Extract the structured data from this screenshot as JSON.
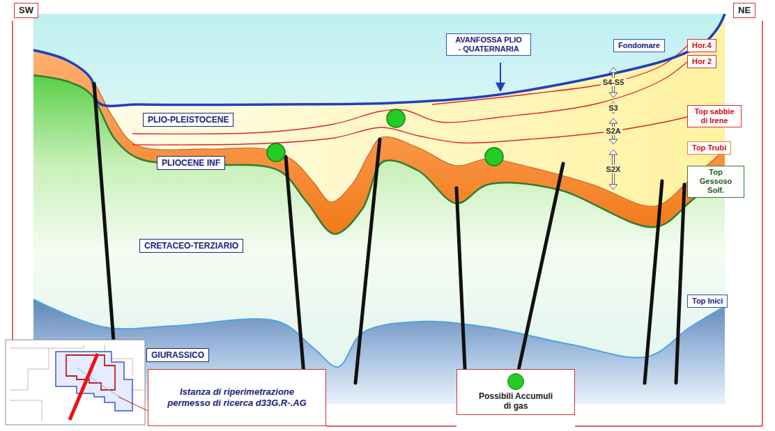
{
  "diagram": {
    "nodes": [
      {
        "text": [
          "SW"
        ]
      },
      {
        "text": [
          "NE"
        ]
      },
      {
        "text": [
          "AVANFOSSA PLIO - QUATERNARIA"
        ]
      },
      {
        "text": [
          "Fondomare"
        ]
      },
      {
        "text": [
          "Hor.4"
        ]
      },
      {
        "text": [
          "Hor 2"
        ]
      },
      {
        "text": [
          "PLIO-PLEISTOCENE"
        ]
      },
      {
        "text": [
          "Top sabbie di Irene"
        ]
      },
      {
        "text": [
          "Top Trubi"
        ]
      },
      {
        "text": [
          "PLIOCENE INF"
        ]
      },
      {
        "text": [
          "Top Gessoso Solf."
        ]
      },
      {
        "text": [
          "CRETACEO-TERZIARIO"
        ]
      },
      {
        "text": [
          "Top Inici"
        ]
      },
      {
        "text": [
          "GIURASSICO"
        ]
      },
      {
        "text": [
          "Istanza di riperimetrazione permesso di ricerca d33G.R-.AG"
        ]
      }
    ],
    "labels": [
      "S4-S5",
      "S3",
      "S2A",
      "S2X"
    ],
    "legend": [
      {
        "text": "Possibili Accumuli di gas",
        "color": "#22cc22"
      }
    ]
  }
}
